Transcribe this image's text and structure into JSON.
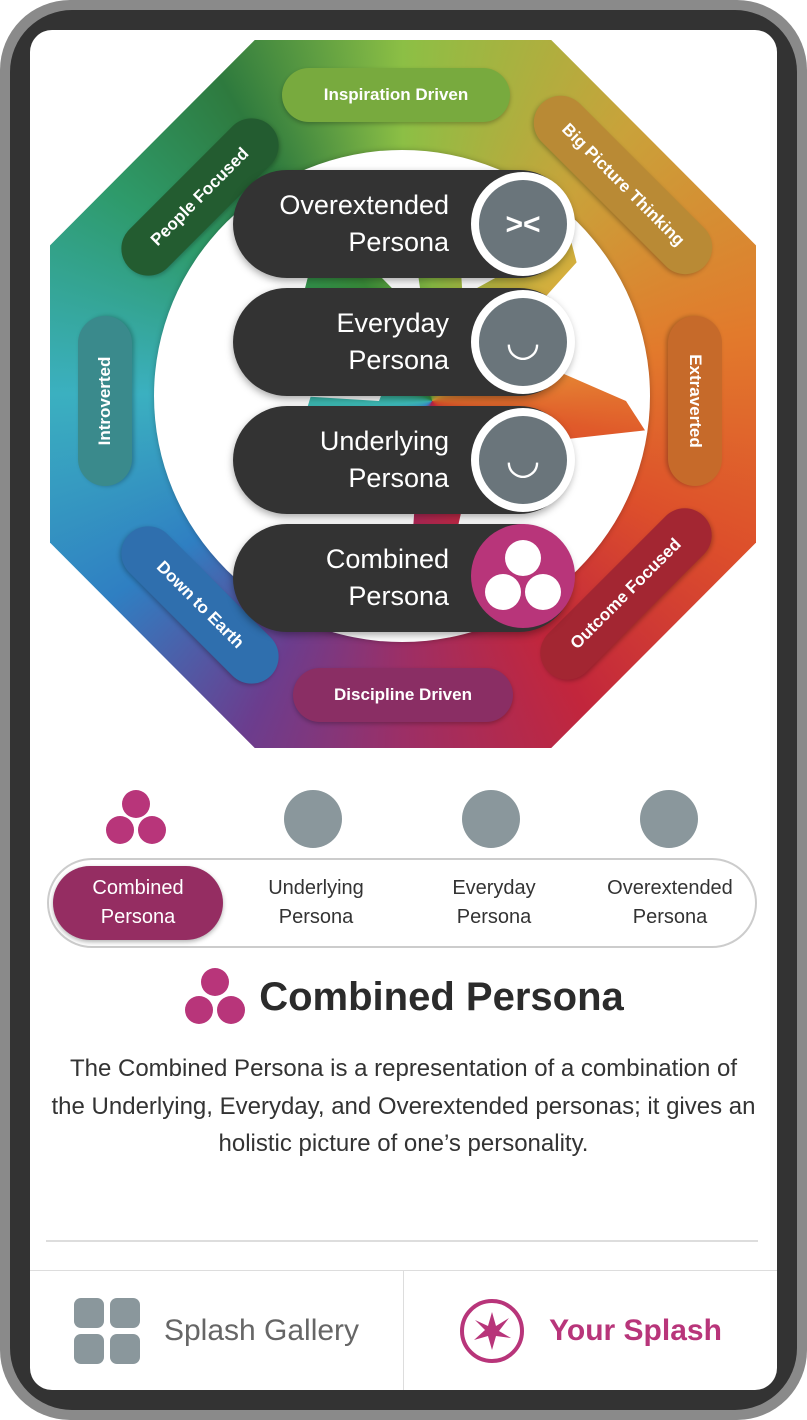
{
  "wheel": {
    "segments": [
      "Inspiration Driven",
      "Big Picture Thinking",
      "Extraverted",
      "Outcome Focused",
      "Discipline Driven",
      "Down to Earth",
      "Introverted",
      "People Focused"
    ]
  },
  "persona_tabs": [
    {
      "label_line1": "Combined",
      "label_line2": "Persona",
      "icon": "combined-persona-icon",
      "active": true
    },
    {
      "label_line1": "Underlying",
      "label_line2": "Persona",
      "icon": "underlying-face-icon",
      "active": false
    },
    {
      "label_line1": "Everyday",
      "label_line2": "Persona",
      "icon": "everyday-face-icon",
      "active": false
    },
    {
      "label_line1": "Overextended",
      "label_line2": "Persona",
      "icon": "overextended-face-icon",
      "active": false
    }
  ],
  "detail": {
    "title": "Combined Persona",
    "description": "The Combined Persona is a representation of a combination of the Underlying, Everyday, and Overextended personas; it gives an holistic picture of one’s personality."
  },
  "fab_menu": [
    {
      "line1": "Overextended",
      "line2": "Persona"
    },
    {
      "line1": "Everyday",
      "line2": "Persona"
    },
    {
      "line1": "Underlying",
      "line2": "Persona"
    },
    {
      "line1": "Combined",
      "line2": "Persona"
    }
  ],
  "bottom_nav": {
    "gallery": "Splash Gallery",
    "your_splash": "Your Splash"
  },
  "colors": {
    "accent": "#952d62",
    "magenta": "#b8357a",
    "grey_face": "#8a979c",
    "dark_pill": "#333333"
  }
}
